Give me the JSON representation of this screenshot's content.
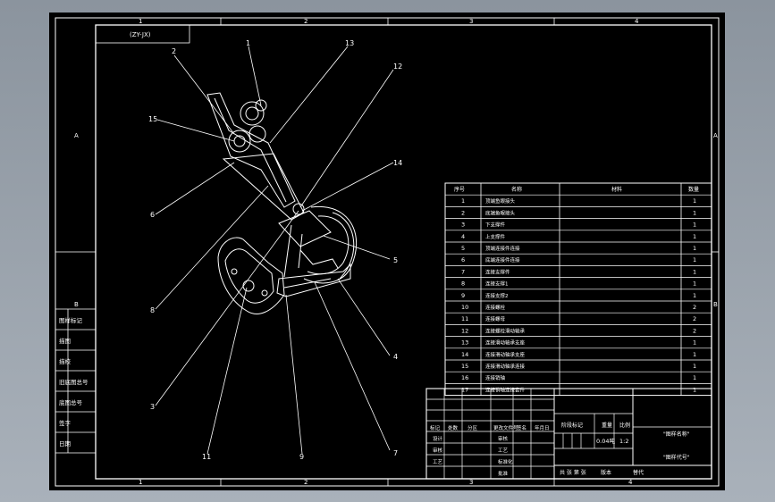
{
  "frame": {
    "col_labels": [
      "1",
      "2",
      "3",
      "4"
    ],
    "row_labels": [
      "A",
      "B"
    ]
  },
  "title_tag": "(ZY-JX)",
  "left_strip": [
    "图样标记",
    "描图",
    "描校",
    "旧底图总号",
    "底图总号",
    "签字",
    "日期"
  ],
  "callouts": [
    "1",
    "2",
    "3",
    "4",
    "5",
    "6",
    "7",
    "8",
    "9",
    "11",
    "12",
    "13",
    "14",
    "15"
  ],
  "bom": {
    "headers": [
      "序号",
      "名称",
      "材料",
      "数量"
    ],
    "rows": [
      {
        "no": "1",
        "name": "顶端鱼眼接头",
        "qty": "1"
      },
      {
        "no": "2",
        "name": "底端鱼眼接头",
        "qty": "1"
      },
      {
        "no": "3",
        "name": "下支撑件",
        "qty": "1"
      },
      {
        "no": "4",
        "name": "上支撑件",
        "qty": "1"
      },
      {
        "no": "5",
        "name": "顶端连接件连接",
        "qty": "1"
      },
      {
        "no": "6",
        "name": "底端连接件连接",
        "qty": "1"
      },
      {
        "no": "7",
        "name": "连接支撑件",
        "qty": "1"
      },
      {
        "no": "8",
        "name": "连接支撑1",
        "qty": "1"
      },
      {
        "no": "9",
        "name": "连接支撑2",
        "qty": "1"
      },
      {
        "no": "10",
        "name": "连接螺栓",
        "qty": "2"
      },
      {
        "no": "11",
        "name": "连接螺母",
        "qty": "2"
      },
      {
        "no": "12",
        "name": "连接螺栓滑动轴承",
        "qty": "2"
      },
      {
        "no": "13",
        "name": "连接滑动轴承支座",
        "qty": "1"
      },
      {
        "no": "14",
        "name": "连接滑动轴承支座",
        "qty": "1"
      },
      {
        "no": "15",
        "name": "连接滑动轴承连接",
        "qty": "1"
      },
      {
        "no": "16",
        "name": "连接销轴",
        "qty": "1"
      },
      {
        "no": "17",
        "name": "连接销轴连接套件",
        "qty": "1"
      }
    ]
  },
  "title_block": {
    "rev_headers": [
      "标记",
      "处数",
      "分区",
      "更改文件号",
      "签名",
      "年月日"
    ],
    "roles": [
      "设计",
      "审核",
      "工艺",
      "标准化",
      "批准"
    ],
    "stage_label": "阶段标记",
    "weight_label": "重量",
    "scale_label": "比例",
    "weight": "0.04吨",
    "scale": "1:2",
    "drawing_name": "\"图样名称\"",
    "drawing_no": "\"图样代号\"",
    "sheet_text": "共  张  第  张",
    "version_label": "版本",
    "replace_label": "替代"
  }
}
